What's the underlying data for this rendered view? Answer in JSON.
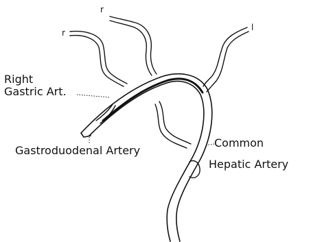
{
  "labels": {
    "branch_r_left": "r",
    "branch_r_top": "r",
    "branch_l": "l",
    "right_gastric_line1": "Right",
    "right_gastric_line2": "Gastric Art.",
    "gastroduodenal": "Gastroduodenal Artery",
    "common_hepatic_line1": "Common",
    "common_hepatic_line2": "Hepatic Artery"
  }
}
